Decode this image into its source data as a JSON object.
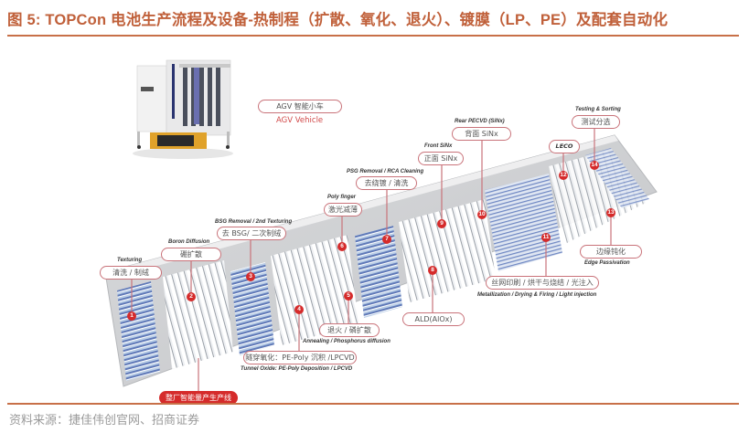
{
  "figure": {
    "title": "图 5: TOPCon 电池生产流程及设备-热制程（扩散、氧化、退火）、镀膜（LP、PE）及配套自动化",
    "source": "资料来源：捷佳伟创官网、招商证券"
  },
  "agv": {
    "label_cn": "AGV 智能小车",
    "label_en": "AGV Vehicle"
  },
  "line_label": "整厂智能量产生产线",
  "steps": [
    {
      "num": "1",
      "cn": "清洗 / 制绒",
      "en": "Texturing"
    },
    {
      "num": "2",
      "cn": "硼扩散",
      "en": "Boron Diffusion"
    },
    {
      "num": "3",
      "cn": "去 BSG/ 二次制绒",
      "en": "BSG Removal / 2nd Texturing"
    },
    {
      "num": "4",
      "cn": "隧穿氧化：PE-Poly 沉积 /LPCVD",
      "en": "Tunnel Oxide: PE-Poly Deposition / LPCVD"
    },
    {
      "num": "5",
      "cn": "退火 / 磷扩散",
      "en": "Annealing / Phosphorus diffusion"
    },
    {
      "num": "6",
      "cn": "激光减薄",
      "en": "Poly finger"
    },
    {
      "num": "7",
      "cn": "去绕镀 / 清洗",
      "en": "PSG Removal / RCA Cleaning"
    },
    {
      "num": "8",
      "cn": "ALD(AlOx)",
      "en": ""
    },
    {
      "num": "9",
      "cn": "正面 SiNx",
      "en": "Front SiNx"
    },
    {
      "num": "10",
      "cn": "背面 SiNx",
      "en": "Rear PECVD (SiNx)"
    },
    {
      "num": "11",
      "cn": "丝网印刷 / 烘干与烧结 / 光注入",
      "en": "Metallization / Drying & Firing / Light injection"
    },
    {
      "num": "12",
      "cn": "",
      "en": "LECO"
    },
    {
      "num": "13",
      "cn": "边缘钝化",
      "en": "Edge Passivation"
    },
    {
      "num": "14",
      "cn": "测试分选",
      "en": "Testing & Sorting"
    }
  ],
  "colors": {
    "title": "#c0603a",
    "rule": "#c87048",
    "leader": "#c9737a",
    "badge": "#d52b2b"
  }
}
